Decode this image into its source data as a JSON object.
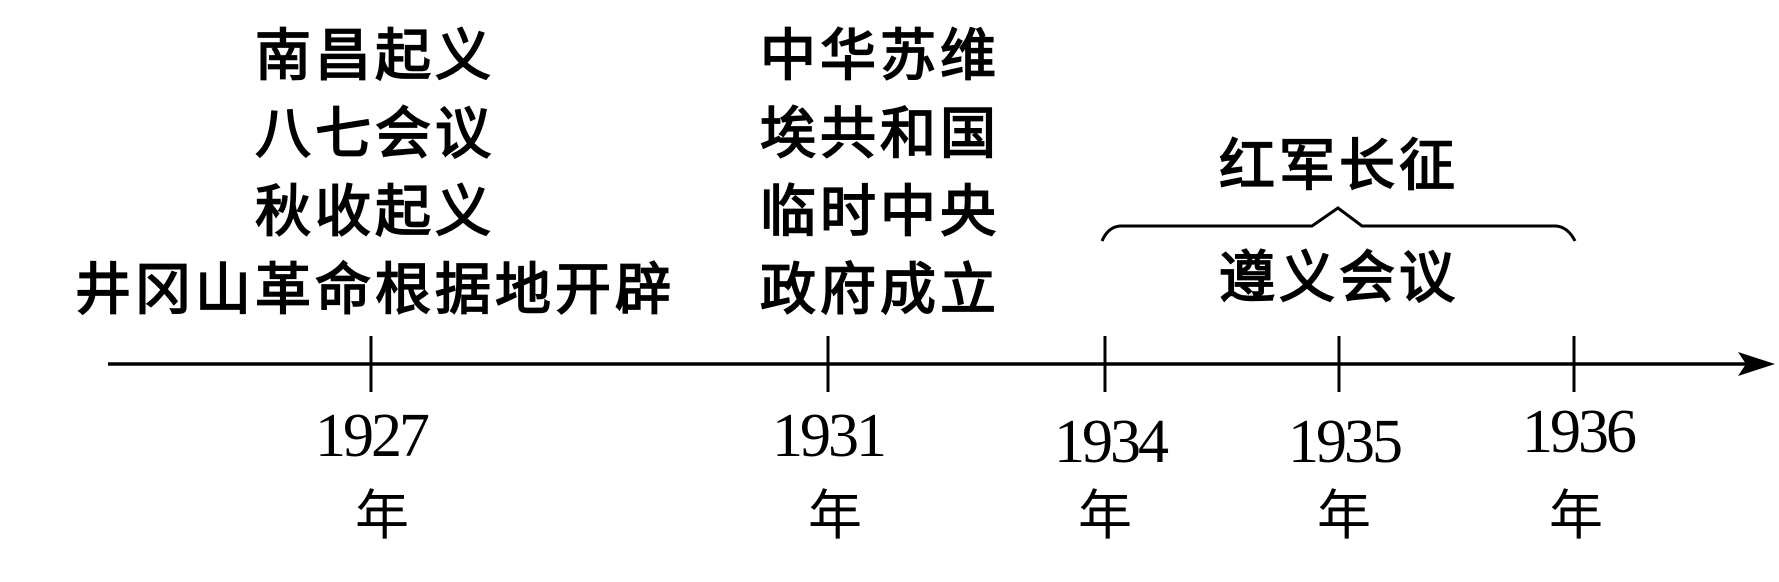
{
  "chart_data": {
    "type": "timeline",
    "title": "",
    "axis": {
      "direction": "left-to-right",
      "arrow": true
    },
    "ticks": [
      {
        "year": "1927",
        "unit": "年"
      },
      {
        "year": "1931",
        "unit": "年"
      },
      {
        "year": "1934",
        "unit": "年"
      },
      {
        "year": "1935",
        "unit": "年"
      },
      {
        "year": "1936",
        "unit": "年"
      }
    ],
    "events": [
      {
        "year": "1927",
        "lines": [
          "南昌起义",
          "八七会议",
          "秋收起义",
          "井冈山革命根据地开辟"
        ]
      },
      {
        "year": "1931",
        "lines": [
          "中华苏维",
          "埃共和国",
          "临时中央",
          "政府成立"
        ]
      },
      {
        "year": "1935",
        "lines": [
          "遵义会议"
        ]
      },
      {
        "span": [
          "1934",
          "1936"
        ],
        "label": "红军长征",
        "marker": "brace"
      }
    ]
  },
  "timeline": {
    "events_1927": {
      "line1": "南昌起义",
      "line2": "八七会议",
      "line3": "秋收起义",
      "line4": "井冈山革命根据地开辟"
    },
    "events_1931": {
      "line1": "中华苏维",
      "line2": "埃共和国",
      "line3": "临时中央",
      "line4": "政府成立"
    },
    "span_label": "红军长征",
    "event_1935": "遵义会议",
    "ticks": [
      {
        "year": "1927",
        "unit": "年"
      },
      {
        "year": "1931",
        "unit": "年"
      },
      {
        "year": "1934",
        "unit": "年"
      },
      {
        "year": "1935",
        "unit": "年"
      },
      {
        "year": "1936",
        "unit": "年"
      }
    ]
  }
}
